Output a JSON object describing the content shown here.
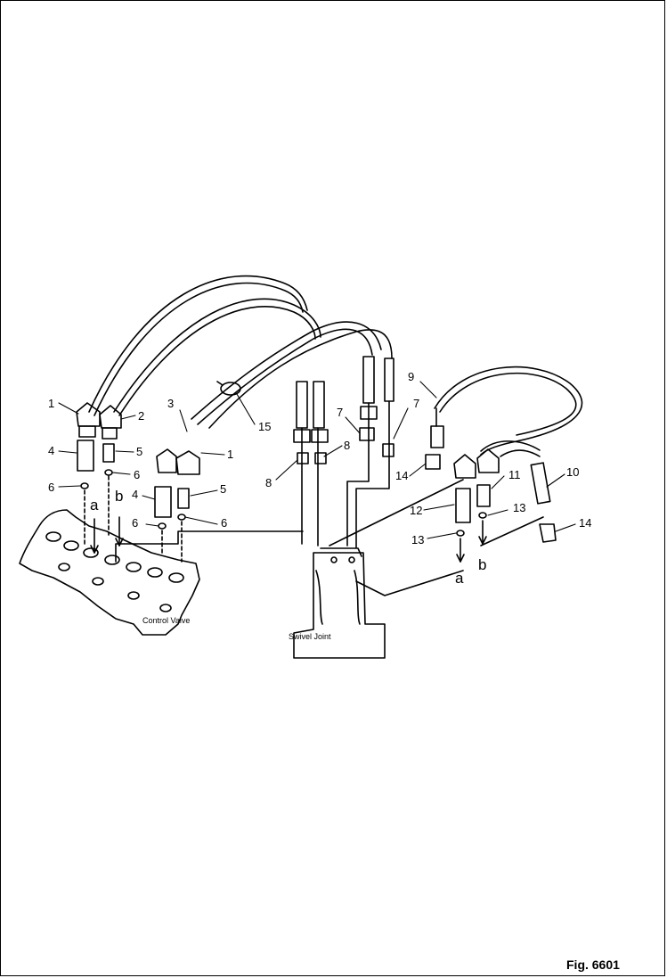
{
  "figure": {
    "caption": "Fig. 6601"
  },
  "components": {
    "control_valve": "Control Valve",
    "swivel_joint": "Swivel Joint"
  },
  "port_labels": {
    "a_left": "a",
    "b_left": "b",
    "a_right": "a",
    "b_right": "b"
  },
  "part_numbers": {
    "p1_top": "1",
    "p2": "2",
    "p3": "3",
    "p1_mid": "1",
    "p15": "15",
    "p4_top": "4",
    "p5_top": "5",
    "p6_a": "6",
    "p6_b": "6",
    "p4_mid": "4",
    "p5_mid": "5",
    "p6_c": "6",
    "p6_d": "6",
    "p7_left": "7",
    "p7_right": "7",
    "p8_left": "8",
    "p8_right": "8",
    "p9": "9",
    "p14_left": "14",
    "p10": "10",
    "p11": "11",
    "p12": "12",
    "p13_right": "13",
    "p13_left": "13",
    "p14_right": "14"
  }
}
